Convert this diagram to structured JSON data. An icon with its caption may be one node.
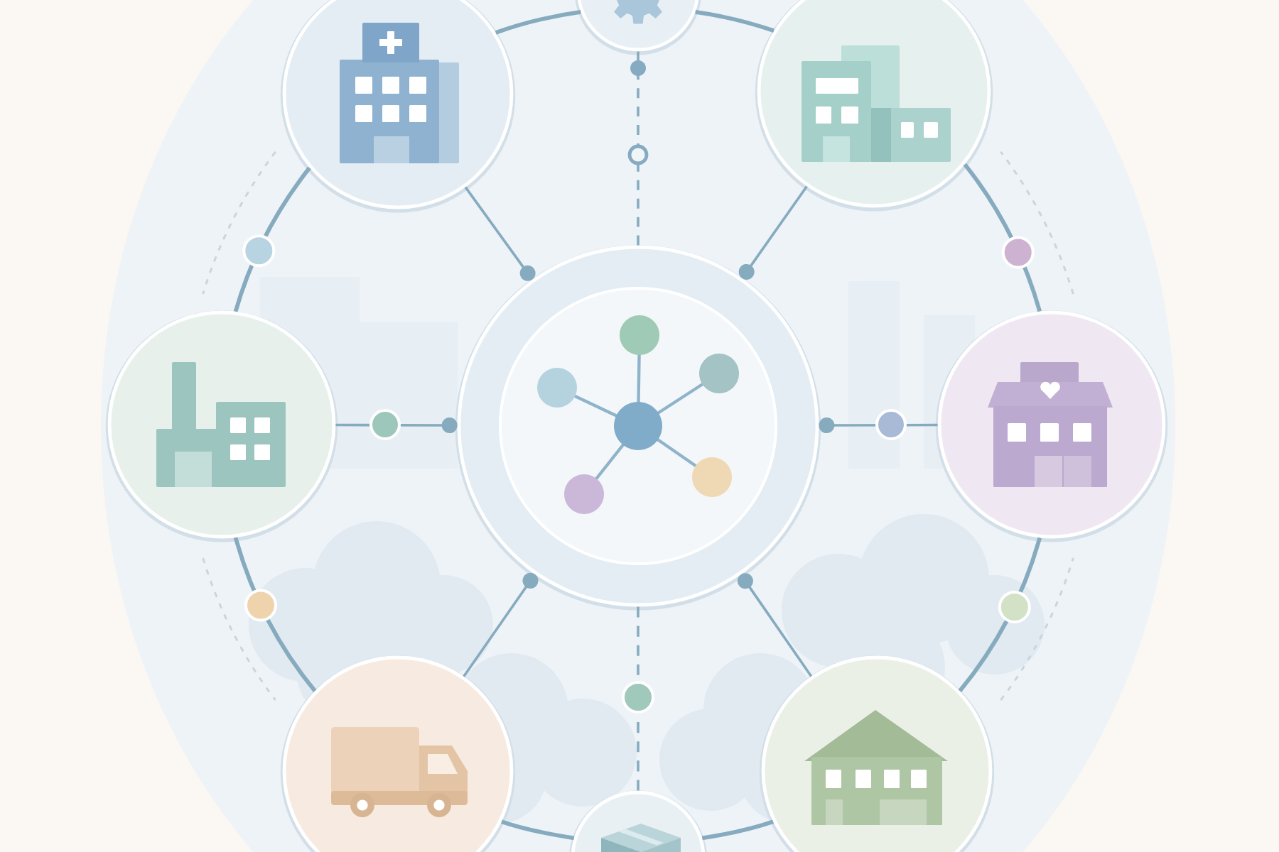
{
  "diagram": {
    "nodes": [
      {
        "text": [],
        "shape": "picture"
      },
      {
        "text": [],
        "shape": "picture"
      },
      {
        "text": [],
        "shape": "picture"
      },
      {
        "text": [],
        "shape": "picture"
      },
      {
        "text": [],
        "shape": "picture"
      },
      {
        "text": [],
        "shape": "picture"
      },
      {
        "text": [],
        "shape": "picture"
      },
      {
        "text": [],
        "shape": "picture"
      },
      {
        "text": [],
        "shape": "picture"
      }
    ],
    "edges": [
      {
        "from": 1,
        "to": 0,
        "arrow": "none"
      },
      {
        "from": 0,
        "to": 2,
        "arrow": "none"
      },
      {
        "from": 3,
        "to": 1,
        "arrow": "none"
      },
      {
        "from": 2,
        "to": 5,
        "arrow": "none"
      },
      {
        "from": 6,
        "to": 3,
        "arrow": "none"
      },
      {
        "from": 5,
        "to": 8,
        "arrow": "none"
      },
      {
        "from": 7,
        "to": 6,
        "arrow": "none"
      },
      {
        "from": 8,
        "to": 7,
        "arrow": "none"
      },
      {
        "from": 0,
        "to": 4,
        "arrow": "none",
        "style": "dashed"
      },
      {
        "from": 1,
        "to": 4,
        "arrow": "other"
      },
      {
        "from": 2,
        "to": 4,
        "arrow": "other"
      },
      {
        "from": 3,
        "to": 4,
        "arrow": "other"
      },
      {
        "from": 5,
        "to": 4,
        "arrow": "other"
      },
      {
        "from": 6,
        "to": 4,
        "arrow": "other"
      },
      {
        "from": 8,
        "to": 4,
        "arrow": "other"
      },
      {
        "from": 4,
        "to": 7,
        "arrow": "none",
        "style": "dashed"
      }
    ]
  }
}
